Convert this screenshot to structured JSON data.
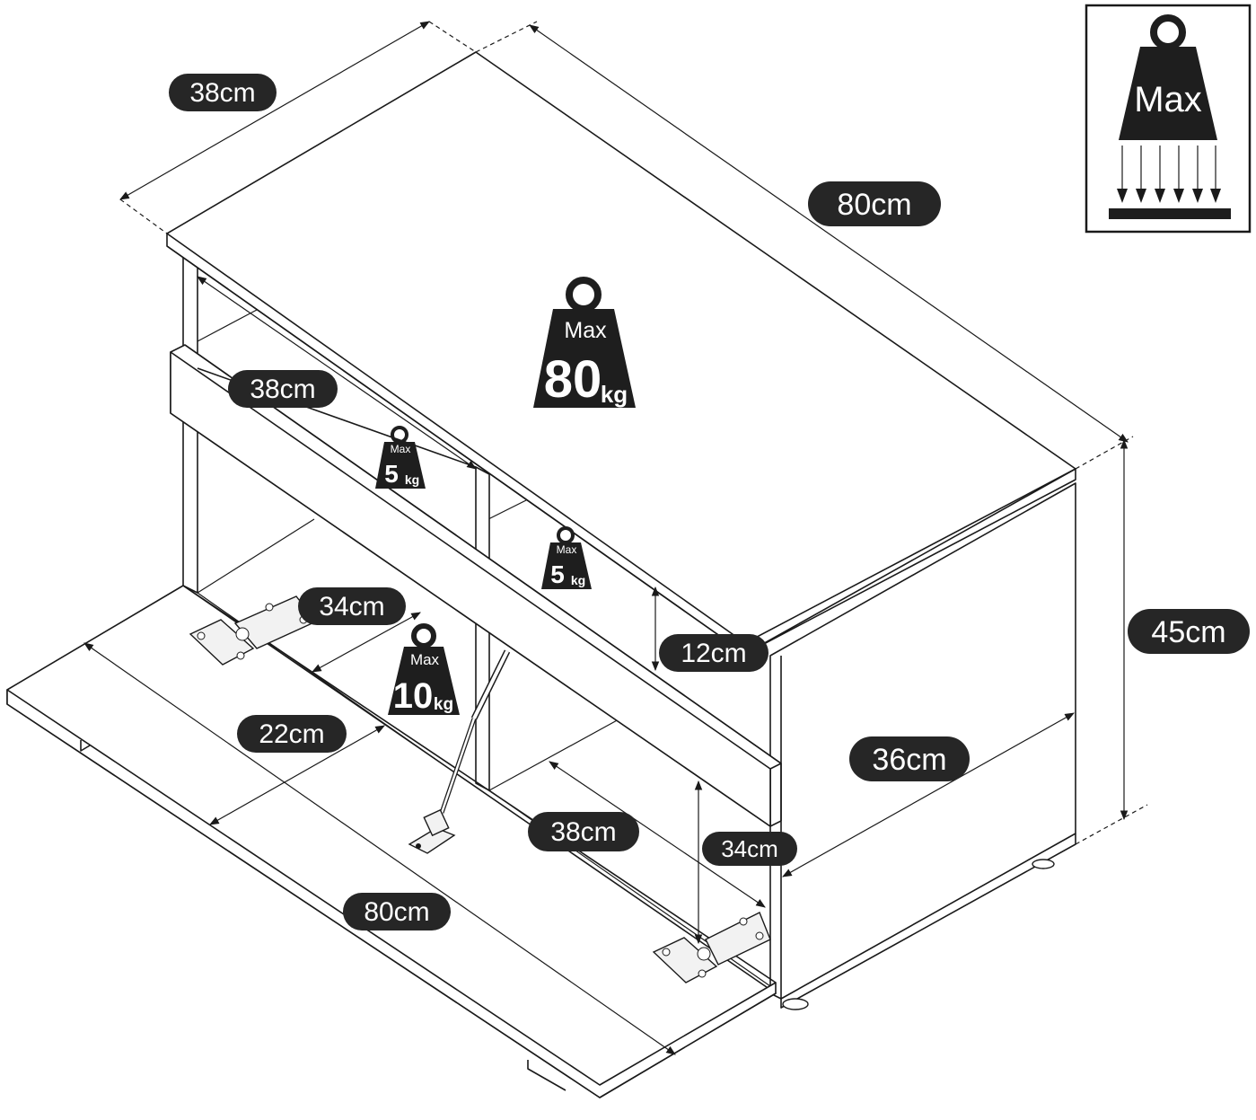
{
  "dimensions": {
    "top_depth": "38cm",
    "top_width": "80cm",
    "shelf_depth": "38cm",
    "interior_depth": "34cm",
    "drawer_height": "12cm",
    "total_height": "45cm",
    "side_height": "36cm",
    "flap_depth": "22cm",
    "bottom_depth": "38cm",
    "inner_height": "34cm",
    "flap_width": "80cm"
  },
  "load_labels": {
    "top": {
      "prefix": "Max",
      "value": "80",
      "unit": "kg"
    },
    "shelf_left": {
      "prefix": "Max",
      "value": "5",
      "unit": "kg"
    },
    "shelf_right": {
      "prefix": "Max",
      "value": "5",
      "unit": "kg"
    },
    "flap": {
      "prefix": "Max",
      "value": "10",
      "unit": "kg"
    }
  },
  "legend": {
    "label": "Max"
  },
  "colors": {
    "ink": "#1a1a1a",
    "pill": "#262626",
    "paper": "#ffffff"
  }
}
